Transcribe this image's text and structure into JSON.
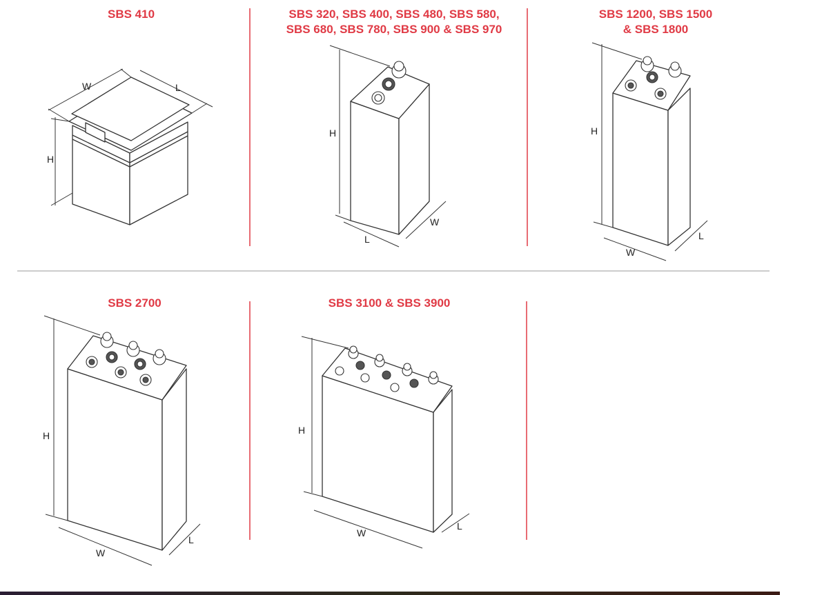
{
  "panels": [
    {
      "title": "SBS 410",
      "labels": {
        "w": "W",
        "l": "L",
        "h": "H"
      }
    },
    {
      "title": "SBS 320, SBS 400, SBS 480, SBS 580,\nSBS 680, SBS 780, SBS 900 & SBS 970",
      "labels": {
        "h": "H",
        "l": "L",
        "w": "W"
      }
    },
    {
      "title": "SBS 1200, SBS 1500\n& SBS 1800",
      "labels": {
        "h": "H",
        "w": "W",
        "l": "L"
      }
    },
    {
      "title": "SBS 2700",
      "labels": {
        "h": "H",
        "w": "W",
        "l": "L"
      }
    },
    {
      "title": "SBS 3100 & SBS 3900",
      "labels": {
        "h": "H",
        "w": "W",
        "l": "L"
      }
    }
  ],
  "colors": {
    "title": "#e03a45",
    "divider": "#e03a45",
    "separator": "#999999"
  }
}
